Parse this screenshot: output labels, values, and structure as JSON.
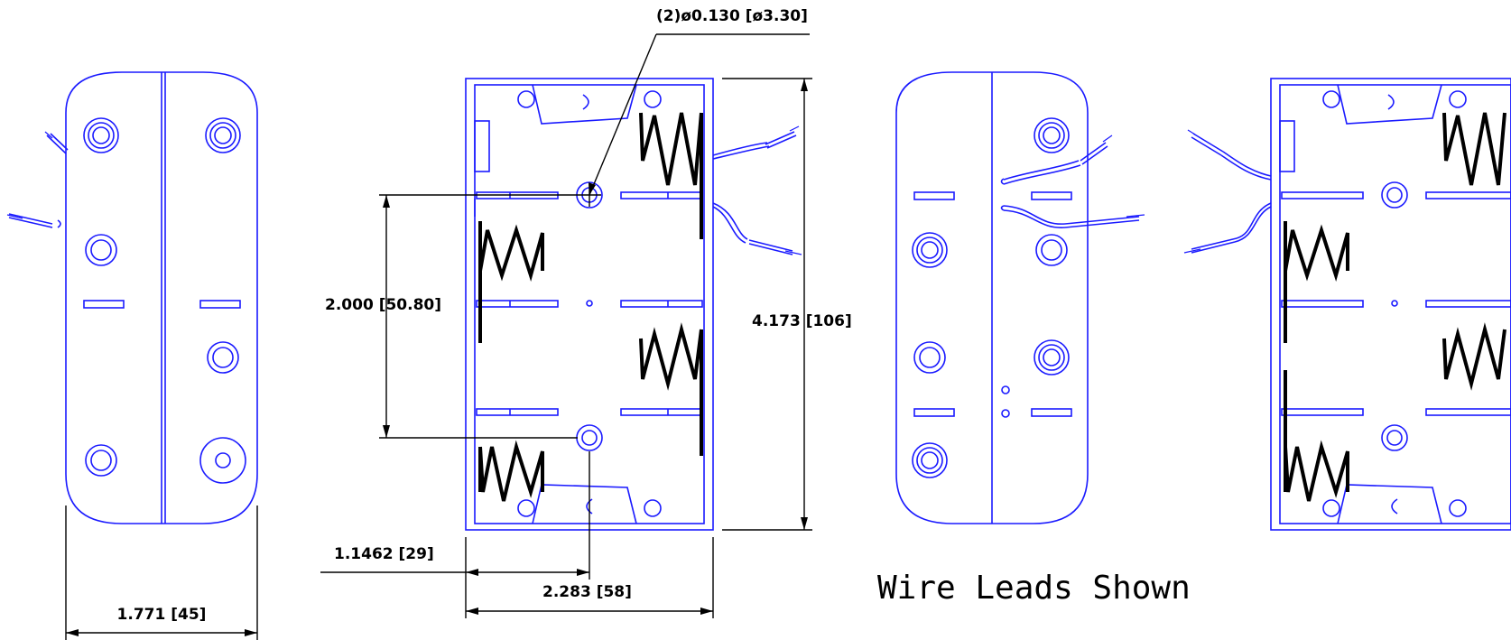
{
  "dimensions": {
    "hole_callout": "(2)ø0.130 [ø3.30]",
    "hole_spacing": "2.000 [50.80]",
    "height": "4.173 [106]",
    "hole_offset": "1.1462 [29]",
    "width_top_view": "2.283 [58]",
    "width_side_view": "1.771 [45]"
  },
  "caption": "Wire Leads Shown",
  "colors": {
    "outline": "#1a1aff",
    "dimension": "#000000"
  }
}
